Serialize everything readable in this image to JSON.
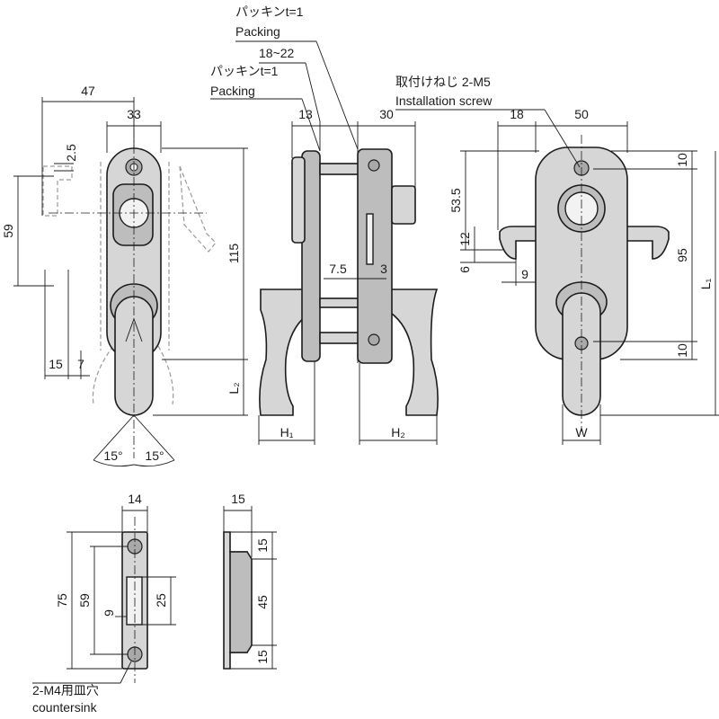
{
  "labels": {
    "packing_jp_1": "パッキンt=1",
    "packing_en_1": "Packing",
    "packing_jp_2": "パッキンt=1",
    "packing_en_2": "Packing",
    "screw_jp": "取付けねじ 2-M5",
    "screw_en": "Installation screw",
    "countersink_jp": "2-M4用皿穴",
    "countersink_en": "countersink"
  },
  "dims": {
    "d47": "47",
    "d33": "33",
    "d2_5": "2.5",
    "d59": "59",
    "d115": "115",
    "d15": "15",
    "d7": "7",
    "L2": "L₂",
    "a15_left": "15°",
    "a15_right": "15°",
    "d18_22": "18~22",
    "d13": "13",
    "d30": "30",
    "d7_5": "7.5",
    "d3": "3",
    "H1": "H₁",
    "H2": "H₂",
    "d18": "18",
    "d50": "50",
    "d53_5": "53.5",
    "d12": "12",
    "d6": "6",
    "d9": "9",
    "d95": "95",
    "d10_top": "10",
    "d10_bot": "10",
    "L1": "L₁",
    "W": "W",
    "s14": "14",
    "s75": "75",
    "s59": "59",
    "s9": "9",
    "s25": "25",
    "r15": "15",
    "r15_top": "15",
    "r45": "45",
    "r15_bot": "15"
  }
}
